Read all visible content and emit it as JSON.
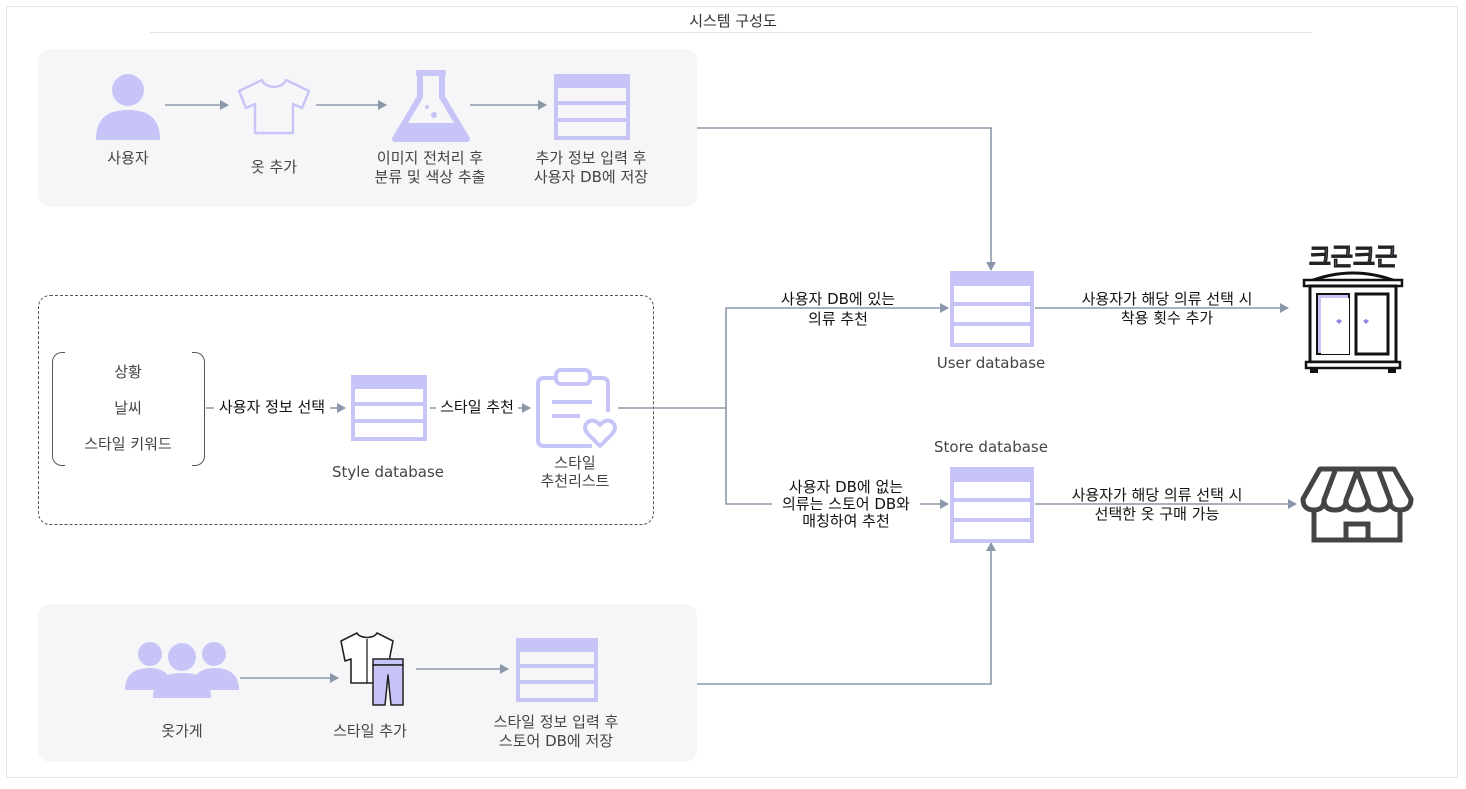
{
  "title": "시스템 구성도",
  "user_flow": {
    "user": "사용자",
    "add_clothes": "옷 추가",
    "preprocess_line1": "이미지 전처리 후",
    "preprocess_line2": "분류 및 색상 추출",
    "save_line1": "추가 정보 입력 후",
    "save_line2": "사용자 DB에 저장"
  },
  "style_flow": {
    "context_items": [
      "상황",
      "날씨",
      "스타일 키워드"
    ],
    "select_info": "사용자 정보 선택",
    "style_db": "Style database",
    "recommend": "스타일 추천",
    "rec_list_line1": "스타일",
    "rec_list_line2": "추천리스트"
  },
  "store_flow": {
    "shop": "옷가게",
    "add_style": "스타일 추가",
    "save_line1": "스타일 정보 입력 후",
    "save_line2": "스토어 DB에 저장"
  },
  "branches": {
    "in_user_db_line1": "사용자 DB에 있는",
    "in_user_db_line2": "의류 추천",
    "not_in_db_line1": "사용자 DB에 없는",
    "not_in_db_line2": "의류는 스토어  DB와",
    "not_in_db_line3": "매칭하여 추천"
  },
  "user_db": "User database",
  "store_db": "Store database",
  "user_select_line1": "사용자가 해당 의류 선택 시",
  "user_select_line2": "착용 횟수 추가",
  "store_select_line1": "사용자가 해당 의류 선택 시",
  "store_select_line2": "선택한 옷 구매 가능",
  "wardrobe_logo": "크근크근",
  "colors": {
    "icon_purple": "#c7c5f7",
    "icon_purple_dark": "#b8b5f2",
    "arrow": "#8b98aa",
    "panel_bg": "#f6f6f8"
  }
}
